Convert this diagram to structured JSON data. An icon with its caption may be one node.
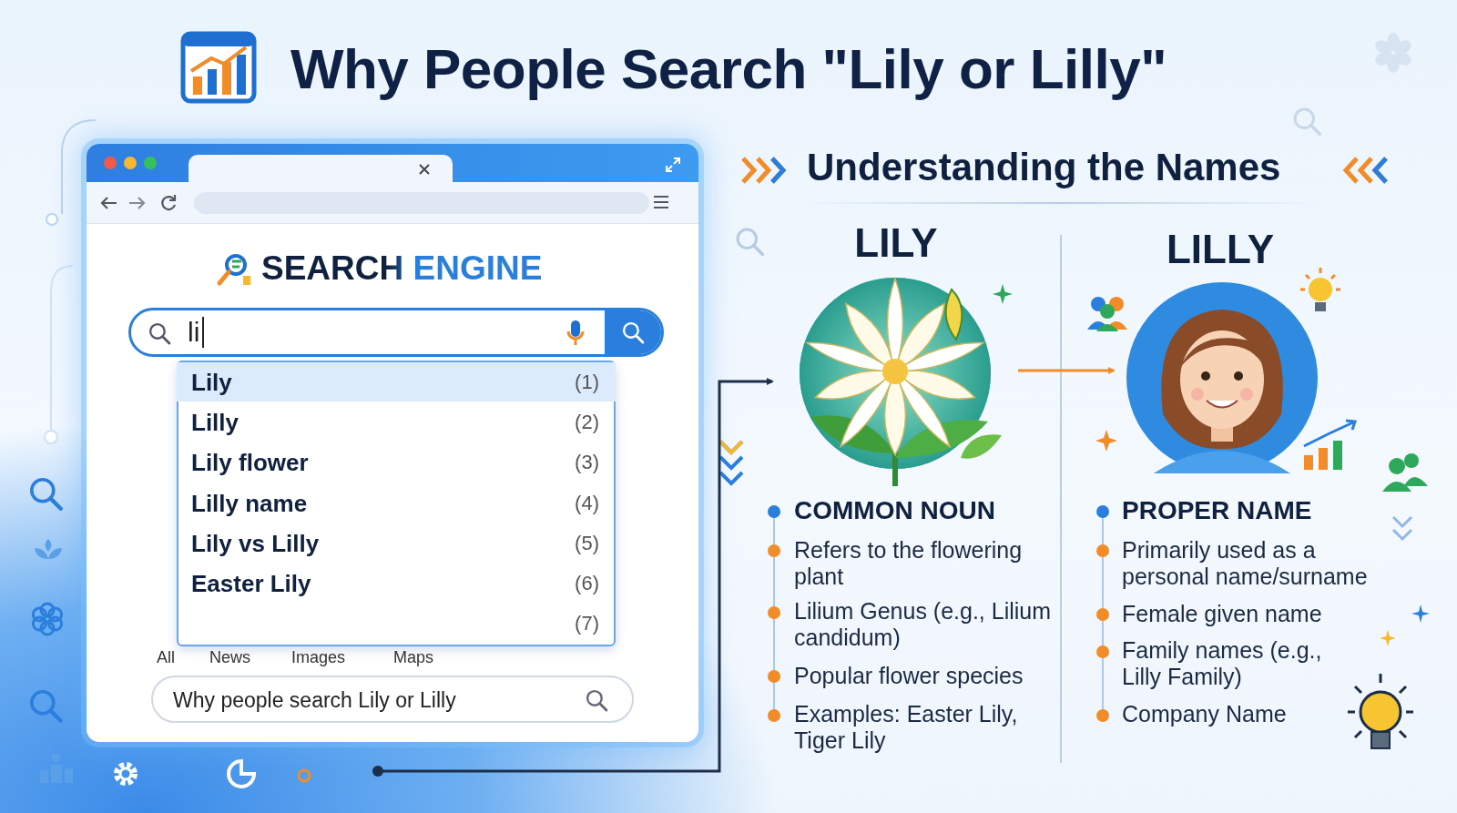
{
  "diagram": {
    "title": "Why People Search \"Lily or Lilly\"",
    "nodes": [
      {
        "text": [
          "SEARCH ENGINE"
        ]
      },
      {
        "text": [
          "li"
        ],
        "in": 0
      },
      {
        "text": [],
        "shape": "box",
        "in": 0
      },
      {
        "text": [
          "Lily",
          "(1)"
        ],
        "in": 2
      },
      {
        "text": [
          "Lilly",
          "(2)"
        ],
        "in": 2
      },
      {
        "text": [
          "Lily flower",
          "(3)"
        ],
        "in": 2
      },
      {
        "text": [
          "Lilly name",
          "(4)"
        ],
        "in": 2
      },
      {
        "text": [
          "Lily vs Lilly",
          "(5)"
        ],
        "in": 2
      },
      {
        "text": [
          "Easter Lily",
          "(6)"
        ],
        "in": 2
      },
      {
        "text": [
          "(7)"
        ],
        "in": 2
      },
      {
        "text": [
          "Why people search Lily or Lilly"
        ],
        "in": 0
      },
      {
        "text": [],
        "shape": "picture",
        "beside": [
          "LILY"
        ]
      },
      {
        "text": [],
        "shape": "picture",
        "beside": [
          "LILLY"
        ]
      }
    ],
    "edges": [
      {
        "from": null,
        "to": 11,
        "arrow": "to"
      },
      {
        "from": 11,
        "to": 12,
        "arrow": "to",
        "color": "#f28c28"
      }
    ],
    "labels": [
      "All",
      "News",
      "Images",
      "Maps",
      "Understanding the Names",
      "COMMON NOUN",
      "Refers to the flowering plant",
      "Lilium Genus (e.g., Lilium candidum)",
      "Popular flower species",
      "Examples: Easter Lily, Tiger Lily",
      "PROPER NAME",
      "Primarily used as a personal name/surname",
      "Female given name",
      "Family names (e.g., Lilly Family)",
      "Company Name"
    ]
  }
}
